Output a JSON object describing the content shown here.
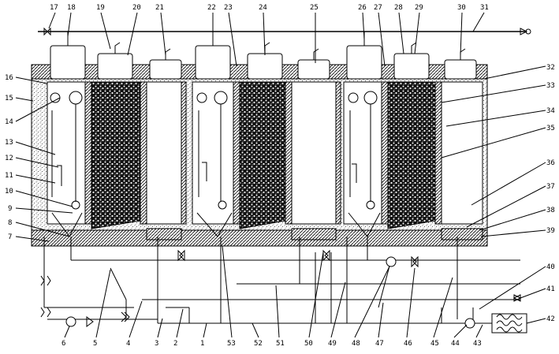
{
  "figure": {
    "callouts": [
      {
        "n": "1"
      },
      {
        "n": "2"
      },
      {
        "n": "3"
      },
      {
        "n": "4"
      },
      {
        "n": "5"
      },
      {
        "n": "6"
      },
      {
        "n": "7"
      },
      {
        "n": "8"
      },
      {
        "n": "9"
      },
      {
        "n": "10"
      },
      {
        "n": "11"
      },
      {
        "n": "12"
      },
      {
        "n": "13"
      },
      {
        "n": "14"
      },
      {
        "n": "15"
      },
      {
        "n": "16"
      },
      {
        "n": "17"
      },
      {
        "n": "18"
      },
      {
        "n": "19"
      },
      {
        "n": "20"
      },
      {
        "n": "21"
      },
      {
        "n": "22"
      },
      {
        "n": "23"
      },
      {
        "n": "24"
      },
      {
        "n": "25"
      },
      {
        "n": "26"
      },
      {
        "n": "27"
      },
      {
        "n": "28"
      },
      {
        "n": "29"
      },
      {
        "n": "30"
      },
      {
        "n": "31"
      },
      {
        "n": "32"
      },
      {
        "n": "33"
      },
      {
        "n": "34"
      },
      {
        "n": "35"
      },
      {
        "n": "36"
      },
      {
        "n": "37"
      },
      {
        "n": "38"
      },
      {
        "n": "39"
      },
      {
        "n": "40"
      },
      {
        "n": "41"
      },
      {
        "n": "42"
      },
      {
        "n": "43"
      },
      {
        "n": "44"
      },
      {
        "n": "45"
      },
      {
        "n": "46"
      },
      {
        "n": "47"
      },
      {
        "n": "48"
      },
      {
        "n": "49"
      },
      {
        "n": "50"
      },
      {
        "n": "51"
      },
      {
        "n": "52"
      },
      {
        "n": "53"
      }
    ]
  }
}
